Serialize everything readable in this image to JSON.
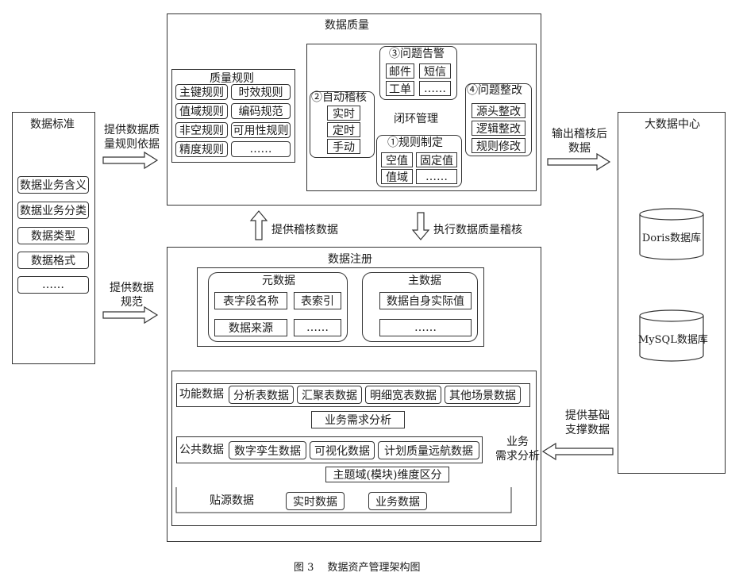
{
  "data_standard": {
    "title": "数据标准",
    "items": [
      "数据业务含义",
      "数据业务分类",
      "数据类型",
      "数据格式",
      "……"
    ]
  },
  "arrows": {
    "provide_rules_1": "提供数据质",
    "provide_rules_2": "量规则依据",
    "provide_norm_1": "提供数据",
    "provide_norm_2": "规范",
    "provide_audit": "提供稽核数据",
    "execute_audit": "执行数据质量稽核",
    "output_1": "输出稽核后",
    "output_2": "数据",
    "support_1": "提供基础",
    "support_2": "支撑数据",
    "biz_analysis_1": "业务",
    "biz_analysis_2": "需求分析"
  },
  "data_quality": {
    "title": "数据质量",
    "rules": {
      "title": "质量规则",
      "items": [
        "主键规则",
        "时效规则",
        "值域规则",
        "编码规范",
        "非空规则",
        "可用性规则",
        "精度规则",
        "……"
      ]
    },
    "auto_audit": {
      "title": "②自动稽核",
      "items": [
        "实时",
        "定时",
        "手动"
      ]
    },
    "alert": {
      "title": "③问题告警",
      "items": [
        "邮件",
        "短信",
        "工单",
        "……"
      ]
    },
    "fix": {
      "title": "④问题整改",
      "items": [
        "源头整改",
        "逻辑整改",
        "规则修改"
      ]
    },
    "closed_loop": "闭环管理",
    "rule_making": {
      "title": "①规则制定",
      "items": [
        "空值",
        "固定值",
        "值域",
        "……"
      ]
    }
  },
  "big_data_center": {
    "title": "大数据中心",
    "db1": "Doris数据库",
    "db2": "MySQL数据库"
  },
  "data_registry": {
    "title": "数据注册",
    "meta": {
      "title": "元数据",
      "items": [
        "表字段名称",
        "表索引",
        "数据来源",
        "……"
      ]
    },
    "master": {
      "title": "主数据",
      "items": [
        "数据自身实际值",
        "……"
      ]
    },
    "functional": {
      "label": "功能数据",
      "items": [
        "分析表数据",
        "汇聚表数据",
        "明细宽表数据",
        "其他场景数据"
      ]
    },
    "biz_analysis": "业务需求分析",
    "public": {
      "label": "公共数据",
      "items": [
        "数字孪生数据",
        "可视化数据",
        "计划质量远航数据"
      ]
    },
    "theme": "主题域(模块)维度区分",
    "base": {
      "label": "贴源数据",
      "items": [
        "实时数据",
        "业务数据"
      ]
    }
  },
  "caption": "图 3　 数据资产管理架构图"
}
